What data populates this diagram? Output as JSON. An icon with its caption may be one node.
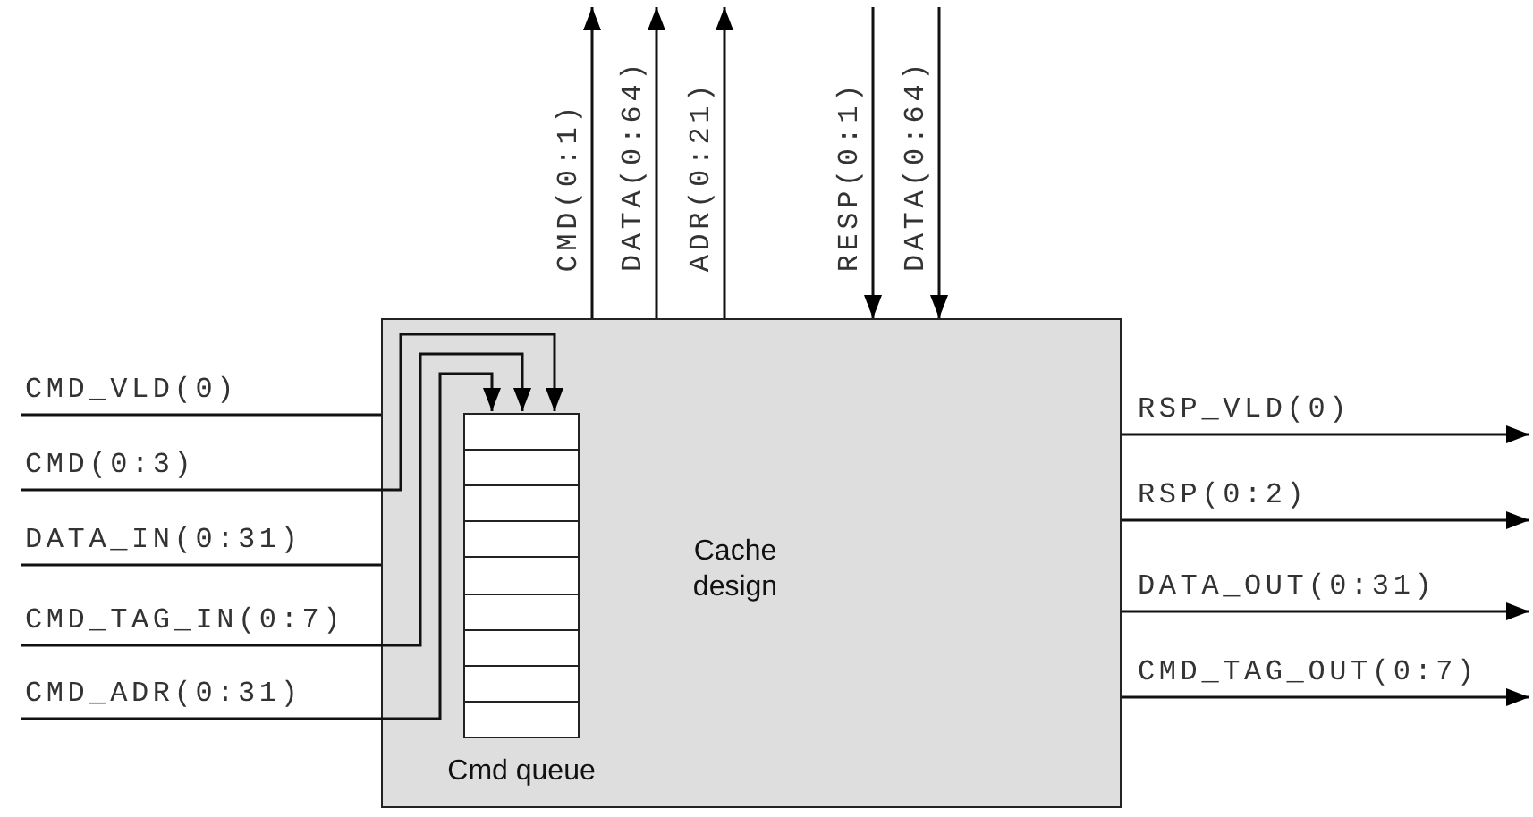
{
  "diagram": {
    "nodes": [
      {
        "text": [
          "Cache design"
        ]
      },
      {
        "text": [
          "Cmd queue"
        ],
        "in": 0
      }
    ],
    "edges": [
      {
        "from": null,
        "to": 0,
        "arrow": "none",
        "label": "CMD_VLD(0)"
      },
      {
        "from": null,
        "to": 1,
        "arrow": "to",
        "label": "CMD(0:3)"
      },
      {
        "from": null,
        "to": 0,
        "arrow": "none",
        "label": "DATA_IN(0:31)"
      },
      {
        "from": null,
        "to": 1,
        "arrow": "to",
        "label": "CMD_TAG_IN(0:7)"
      },
      {
        "from": null,
        "to": 1,
        "arrow": "to",
        "label": "CMD_ADR(0:31)"
      },
      {
        "from": 0,
        "to": null,
        "arrow": "to",
        "label": "RSP_VLD(0)"
      },
      {
        "from": 0,
        "to": null,
        "arrow": "to",
        "label": "RSP(0:2)"
      },
      {
        "from": 0,
        "to": null,
        "arrow": "to",
        "label": "DATA_OUT(0:31)"
      },
      {
        "from": 0,
        "to": null,
        "arrow": "to",
        "label": "CMD_TAG_OUT(0:7)"
      },
      {
        "from": 0,
        "to": null,
        "arrow": "to",
        "label": "CMD(0:1)"
      },
      {
        "from": 0,
        "to": null,
        "arrow": "to",
        "label": "DATA(0:64)"
      },
      {
        "from": 0,
        "to": null,
        "arrow": "to",
        "label": "ADR(0:21)"
      },
      {
        "from": null,
        "to": 0,
        "arrow": "to",
        "label": "RESP(0:1)"
      },
      {
        "from": null,
        "to": 0,
        "arrow": "to",
        "label": "DATA(0:64)"
      }
    ]
  }
}
